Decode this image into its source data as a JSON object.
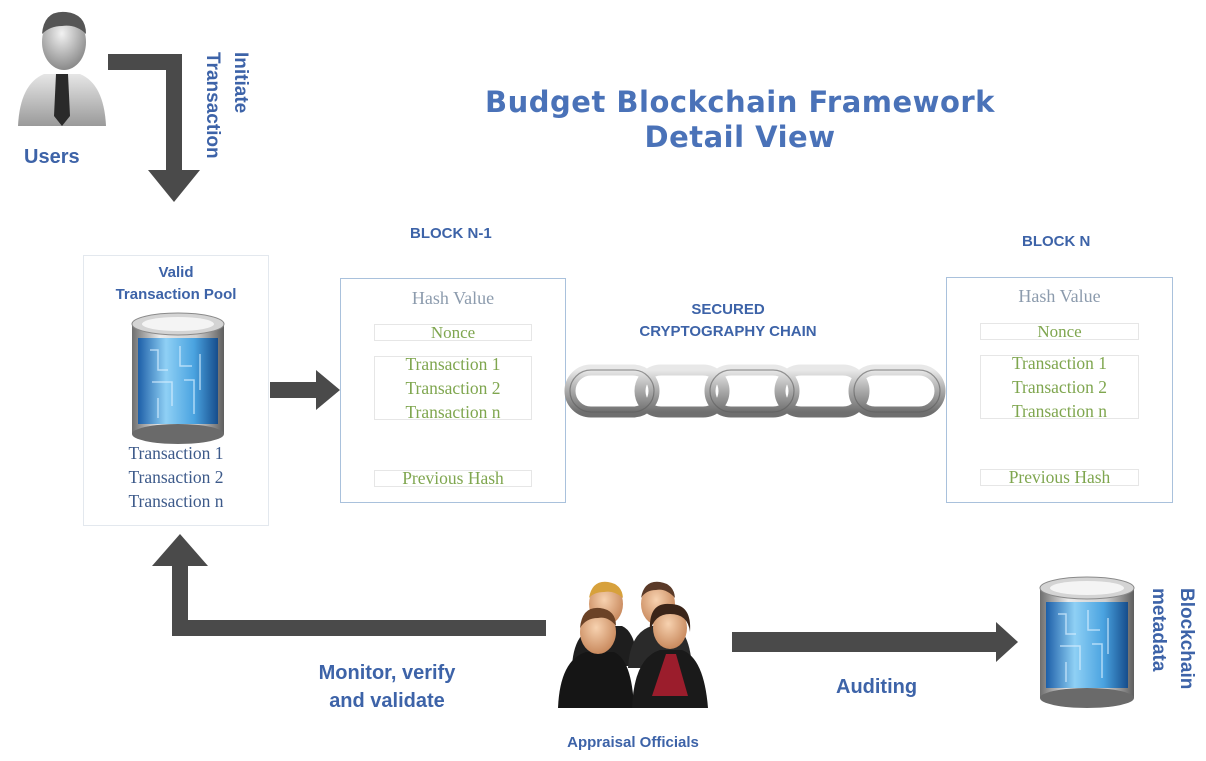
{
  "title": {
    "line1": "Budget Blockchain Framework",
    "line2": "Detail View"
  },
  "users": {
    "label": "Users",
    "action": "Initiate Transaction"
  },
  "pool": {
    "label_line1": "Valid",
    "label_line2": "Transaction Pool",
    "transactions": [
      "Transaction 1",
      "Transaction 2",
      "Transaction n"
    ]
  },
  "block_prev": {
    "label": "BLOCK N-1",
    "hash": "Hash Value",
    "nonce": "Nonce",
    "transactions": [
      "Transaction 1",
      "Transaction 2",
      "Transaction n"
    ],
    "previous_hash": "Previous Hash"
  },
  "chain": {
    "line1": "SECURED",
    "line2": "CRYPTOGRAPHY CHAIN"
  },
  "block_n": {
    "label": "BLOCK N",
    "hash": "Hash Value",
    "nonce": "Nonce",
    "transactions": [
      "Transaction 1",
      "Transaction 2",
      "Transaction n"
    ],
    "previous_hash": "Previous Hash"
  },
  "officials": {
    "label": "Appraisal Officials",
    "monitor_line1": "Monitor, verify",
    "monitor_line2": "and validate",
    "auditing": "Auditing"
  },
  "metadata": {
    "label": "Blockchain metadata"
  },
  "icons": {
    "user": "user-icon",
    "database": "database-icon",
    "officials": "group-icon",
    "chain": "chain-icon"
  },
  "colors": {
    "heading": "#4a72b8",
    "green": "#7fa64f",
    "arrow": "#4a4a4a",
    "border": "#a9c1dc"
  }
}
